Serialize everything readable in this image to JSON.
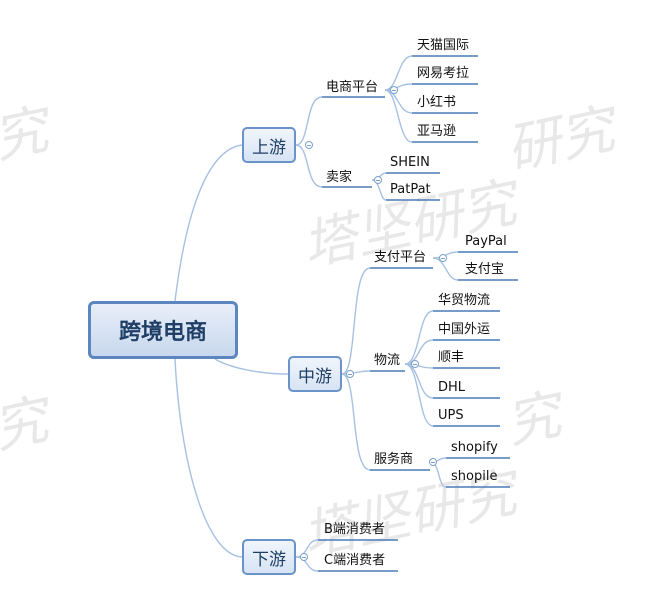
{
  "root": "跨境电商",
  "watermarks": [
    "塔坚研究",
    "究",
    "研究",
    "究",
    "究",
    "塔坚研究"
  ],
  "branches": {
    "upstream": {
      "label": "上游",
      "platforms": {
        "label": "电商平台",
        "items": [
          "天猫国际",
          "网易考拉",
          "小红书",
          "亚马逊"
        ]
      },
      "sellers": {
        "label": "卖家",
        "items": [
          "SHEIN",
          "PatPat"
        ]
      }
    },
    "midstream": {
      "label": "中游",
      "payment": {
        "label": "支付平台",
        "items": [
          "PayPal",
          "支付宝"
        ]
      },
      "logistics": {
        "label": "物流",
        "items": [
          "华贸物流",
          "中国外运",
          "顺丰",
          "DHL",
          "UPS"
        ]
      },
      "services": {
        "label": "服务商",
        "items": [
          "shopify",
          "shopile"
        ]
      }
    },
    "downstream": {
      "label": "下游",
      "items": [
        "B端消费者",
        "C端消费者"
      ]
    }
  },
  "colors": {
    "link": "#a7c1e2",
    "underline": "#4a7bb7",
    "node_border": "#6a94c9",
    "text": "#111111"
  }
}
